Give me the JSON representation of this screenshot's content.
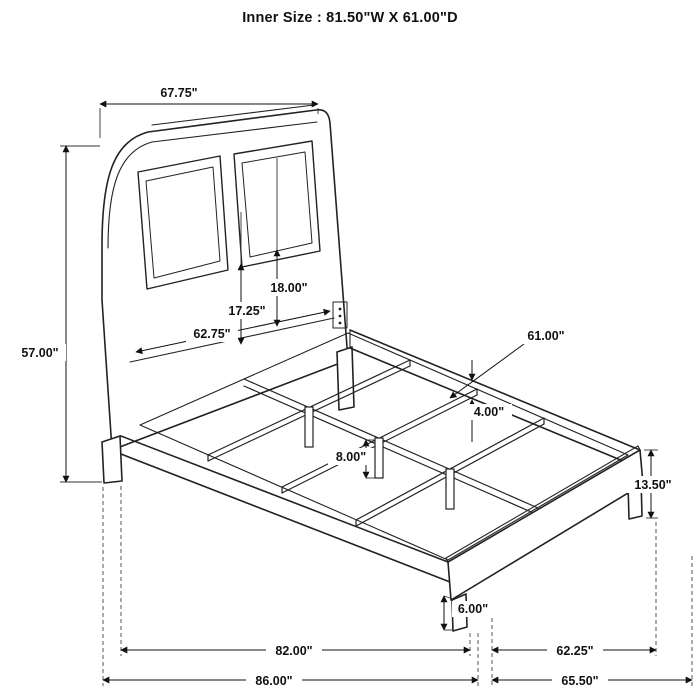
{
  "title": "Inner Size : 81.50\"W X 61.00\"D",
  "dimensions": {
    "headboard_width": "67.75\"",
    "headboard_height": "57.00\"",
    "upper_panel_height": "18.00\"",
    "lower_panel_height": "17.25\"",
    "headboard_inner_width": "62.75\"",
    "inner_depth": "61.00\"",
    "rail_height": "4.00\"",
    "support_leg_height": "8.00\"",
    "footboard_height": "13.50\"",
    "foot_leg_height": "6.00\"",
    "inner_length": "82.00\"",
    "footboard_inner_width": "62.25\"",
    "overall_length": "86.00\"",
    "overall_width": "65.50\""
  }
}
